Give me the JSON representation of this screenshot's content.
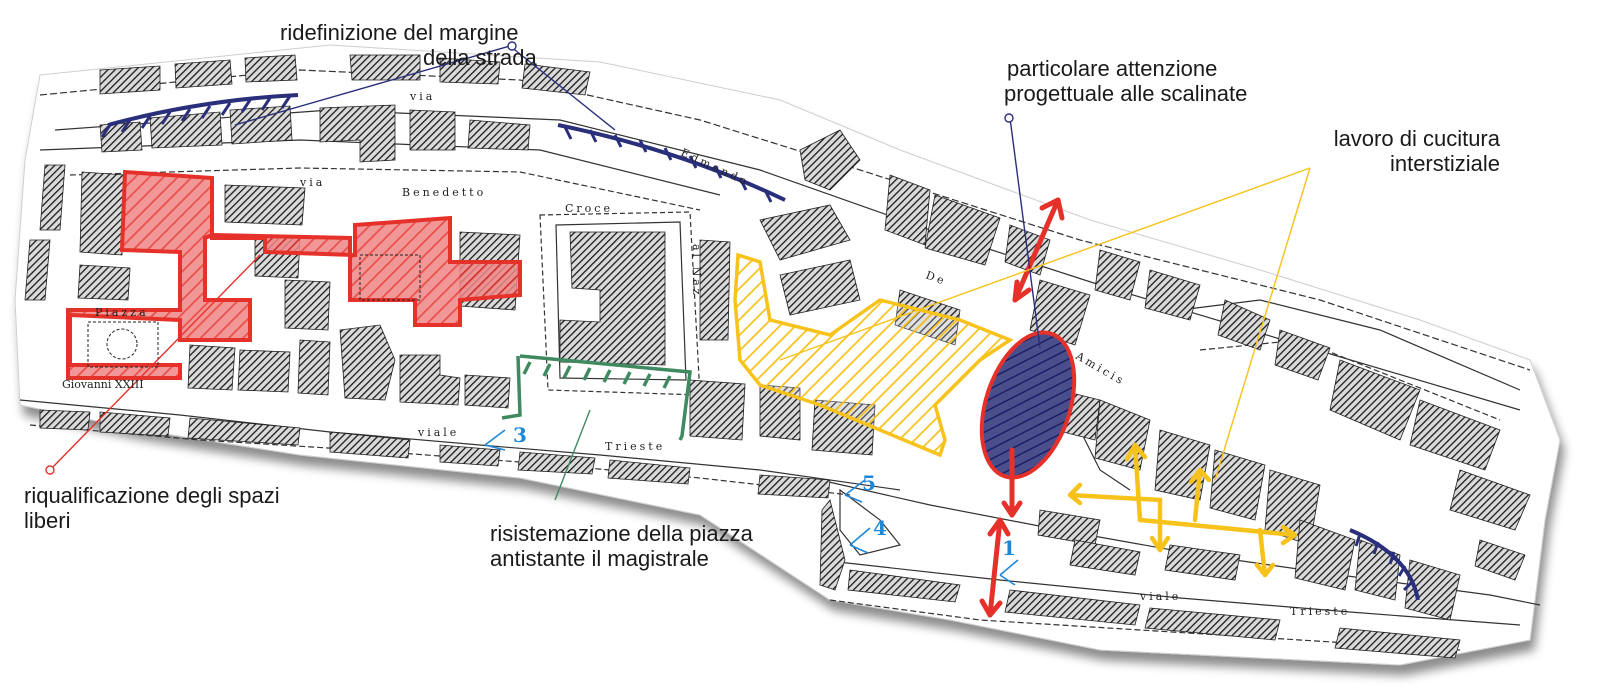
{
  "callouts": {
    "margine": [
      "ridefinizione del margine",
      "della strada"
    ],
    "scalinate": [
      "particolare attenzione",
      "progettuale alle scalinate"
    ],
    "cucitura": [
      "lavoro di cucitura",
      "interstiziale"
    ],
    "spazi": [
      "riqualificazione degli spazi",
      "liberi"
    ],
    "piazza": [
      "risistemazione della piazza",
      "antistante il magistrale"
    ]
  },
  "streets": {
    "via_top": "via",
    "via_benedetto": "via",
    "benedetto": "Benedetto",
    "croce": "Croce",
    "edmondo": "Edmondo",
    "de": "De",
    "amicis": "Amicis",
    "piazza": "Piazza",
    "giovanni": "Giovanni XXIII",
    "viale_left": "viale",
    "trieste_left": "Trieste",
    "viale_right": "viale",
    "trieste_right": "Trieste",
    "nazionale": "al Naz"
  },
  "markers": [
    "1",
    "3",
    "4",
    "5"
  ],
  "colors": {
    "red": "#e53129",
    "yellow": "#f7c21a",
    "navy": "#2a2f7c",
    "green": "#3f8a60",
    "blue_number": "#1e88d8"
  }
}
